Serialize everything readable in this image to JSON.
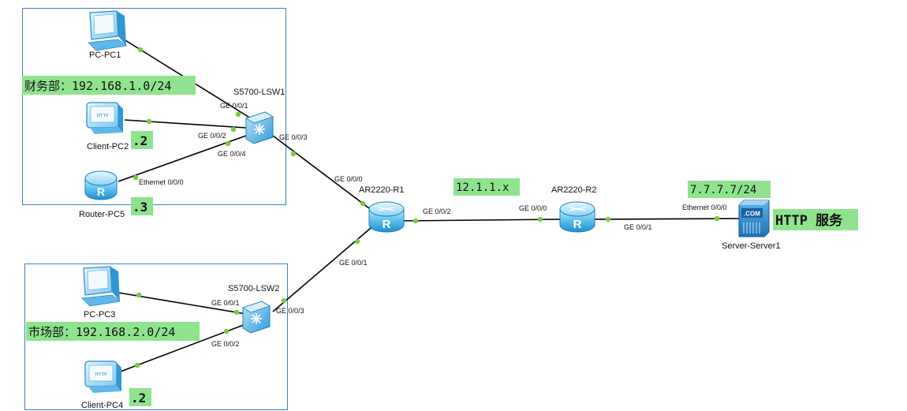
{
  "devices": {
    "pc1": "PC-PC1",
    "client2": "Client-PC2",
    "router5": "Router-PC5",
    "lsw1": "S5700-LSW1",
    "r1": "AR2220-R1",
    "r2": "AR2220-R2",
    "server1": "Server-Server1",
    "pc3": "PC-PC3",
    "lsw2": "S5700-LSW2",
    "client4": "Client-PC4"
  },
  "notes": {
    "finance": "财务部：192.168.1.0/24",
    "market": "市场部：192.168.2.0/24",
    "client2_host": ".2",
    "router5_host": ".3",
    "client4_host": ".2",
    "wan_subnet": "12.1.1.x",
    "server_ip": "7.7.7.7/24",
    "http_service": "HTTP 服务"
  },
  "ports": {
    "lsw1_ge001": "GE 0/0/1",
    "lsw1_ge002": "GE 0/0/2",
    "lsw1_ge004": "GE 0/0/4",
    "lsw1_ge003": "GE 0/0/3",
    "router5_eth": "Ethernet 0/0/0",
    "r1_ge000": "GE 0/0/0",
    "r1_ge002": "GE 0/0/2",
    "r1_ge001": "GE 0/0/1",
    "r2_ge000": "GE 0/0/0",
    "r2_ge001": "GE 0/0/1",
    "server_eth": "Ethernet 0/0/0",
    "lsw2_ge001": "GE 0/0/1",
    "lsw2_ge002": "GE 0/0/2",
    "lsw2_ge003": "GE 0/0/3"
  },
  "icons": {
    "client_screen_text": "HTTP",
    "router_glyph": "R",
    "server_badge": ".COM"
  },
  "colors": {
    "note_background": "#8fe38f",
    "area_border": "#3c7fc9",
    "port_dot": "#7ac943",
    "device_blue": "#3aa6e0"
  }
}
